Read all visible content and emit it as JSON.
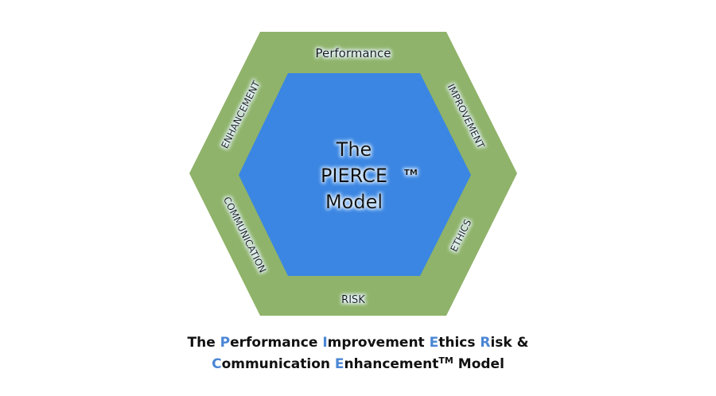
{
  "diagram": {
    "center_title": [
      "The",
      "PIERCE",
      "Model"
    ],
    "trademark": "TM",
    "sides": {
      "top": "Performance",
      "top_right": "IMPROVEMENT",
      "bottom_right": "ETHICS",
      "bottom": "RISK",
      "bottom_left": "COMMUNICATION",
      "top_left": "ENHANCEMENT"
    },
    "colors": {
      "outer": "#8fb36a",
      "inner": "#3b86e2",
      "text": "#111111"
    }
  },
  "caption": {
    "line1": [
      {
        "t": "The ",
        "hl": false
      },
      {
        "t": "P",
        "hl": true
      },
      {
        "t": "erformance ",
        "hl": false
      },
      {
        "t": "I",
        "hl": true
      },
      {
        "t": "mprovement ",
        "hl": false
      },
      {
        "t": "E",
        "hl": true
      },
      {
        "t": "thics ",
        "hl": false
      },
      {
        "t": "R",
        "hl": true
      },
      {
        "t": "isk &",
        "hl": false
      }
    ],
    "line2": [
      {
        "t": "C",
        "hl": true
      },
      {
        "t": "ommunication ",
        "hl": false
      },
      {
        "t": "E",
        "hl": true
      },
      {
        "t": "nhancement",
        "hl": false
      },
      {
        "t": "TM",
        "sup": true
      },
      {
        "t": " Model",
        "hl": false
      }
    ]
  }
}
